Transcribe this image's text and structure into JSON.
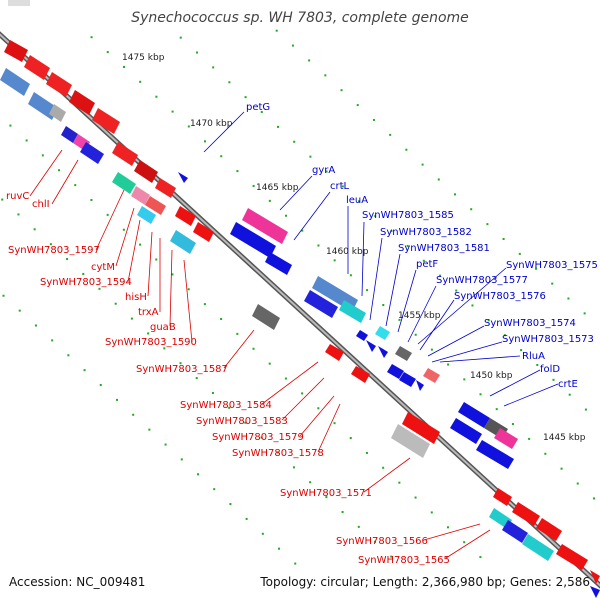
{
  "title": "Synechococcus sp. WH 7803, complete genome",
  "accession": "Accession: NC_009481",
  "topology": "Topology: circular; Length: 2,366,980 bp; Genes: 2,586",
  "ticks": [
    "1475 kbp",
    "1470 kbp",
    "1465 kbp",
    "1460 kbp",
    "1455 kbp",
    "1450 kbp",
    "1445 kbp"
  ],
  "colors": {
    "reverse": "#ee1111",
    "forward": "#1111dd",
    "backbone": "#888888"
  },
  "reverse_labels": [
    "ruvC",
    "chlI",
    "SynWH7803_1597",
    "cytM",
    "SynWH7803_1594",
    "hisH",
    "trxA",
    "guaB",
    "SynWH7803_1590",
    "SynWH7803_1587",
    "SynWH7803_1584",
    "SynWH7803_1583",
    "SynWH7803_1579",
    "SynWH7803_1578",
    "SynWH7803_1571",
    "SynWH7803_1566",
    "SynWH7803_1565"
  ],
  "forward_labels": [
    "petG",
    "gyrA",
    "crtL",
    "leuA",
    "SynWH7803_1585",
    "SynWH7803_1582",
    "SynWH7803_1581",
    "petF",
    "SynWH7803_1577",
    "SynWH7803_1575",
    "SynWH7803_1576",
    "SynWH7803_1574",
    "SynWH7803_1573",
    "RluA",
    "folD",
    "crtE"
  ]
}
